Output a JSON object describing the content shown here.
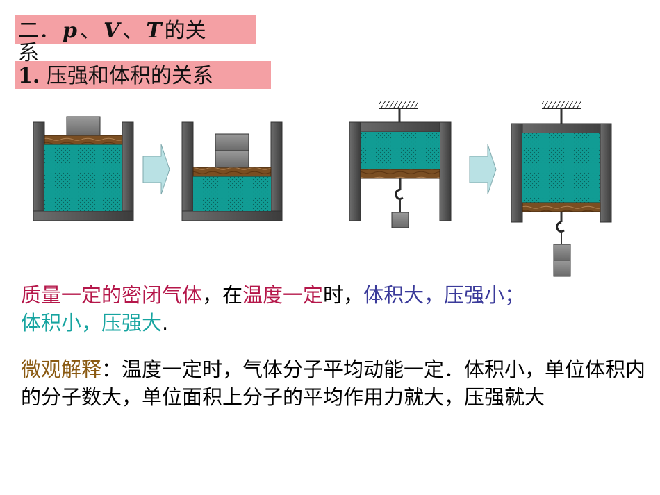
{
  "header": {
    "title1_prefix": "二．",
    "var_p": "p",
    "sep1": "、",
    "var_V": "V",
    "sep2": "、",
    "var_T": "T",
    "title1_suffix": "的关",
    "title1_wrap": "系",
    "title2_num": "1",
    "title2_dot": ".",
    "title2_text": "压强和体积的关系"
  },
  "statement": {
    "part1": "质量一定的密闭气体",
    "comma1": "，在",
    "part2": "温度一定",
    "part3": "时，",
    "part4": "体积大，压强小；",
    "part5": "体积小，压强大",
    "end": "."
  },
  "explanation": {
    "label": "微观解释",
    "text": "：温度一定时，气体分子平均动能一定．体积小，单位体积内的分子数大，单位面积上分子的平均作用力就大，压强就大"
  },
  "colors": {
    "highlight": "#f4a0a4",
    "gas": "#119c94",
    "wall": "#555555",
    "piston": "#7a4e22",
    "arrow": "#b9e1e4",
    "red_text": "#b5174a",
    "blue_text": "#3a3a9a",
    "teal_text": "#16a4a0",
    "brown_text": "#8a5a12"
  },
  "icons": [
    "right-arrow-icon",
    "hook-icon",
    "weight-icon",
    "ceiling-hatch-icon"
  ]
}
